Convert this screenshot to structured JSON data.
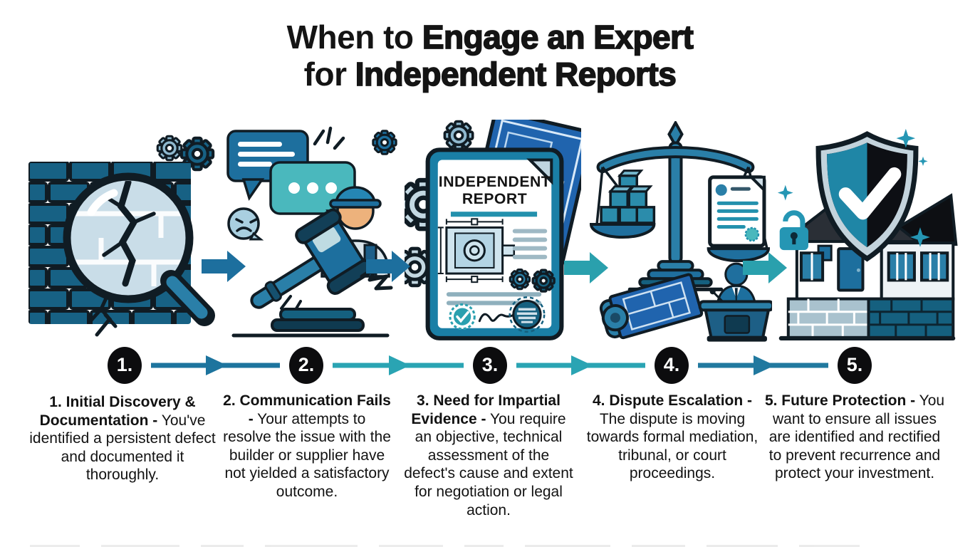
{
  "title": {
    "line1_light": "When to ",
    "line1_strong": "Engage an Expert",
    "line2_light": "for ",
    "line2_strong": "Independent Reports"
  },
  "steps": [
    {
      "marker": "1.",
      "heading": "1. Initial Discovery & Documentation -",
      "body": "You've identified a persistent defect and documented it thoroughly.",
      "illustration": "cracked-brick-wall-under-magnifying-glass-with-gears"
    },
    {
      "marker": "2.",
      "heading": "2. Communication Fails -",
      "body": "Your attempts to resolve the issue with the builder or supplier have not yielded a satisfactory outcome.",
      "illustration": "speech-bubbles-angry-face-gavel-and-builder"
    },
    {
      "marker": "3.",
      "heading": "3. Need for Impartial Evidence -",
      "body": "You require an objective, technical assessment of the defect's cause and extent for negotiation or legal action.",
      "illustration": "independent-report-document-with-blueprint-and-gears"
    },
    {
      "marker": "4.",
      "heading": "4. Dispute Escalation -",
      "body": "The dispute is moving towards formal mediation, tribunal, or court proceedings.",
      "illustration": "scales-of-justice-blueprint-roll-and-podium-speaker"
    },
    {
      "marker": "5.",
      "heading": "5. Future Protection -",
      "body": "You want to ensure all issues are identified and rectified to prevent recurrence and protect your investment.",
      "illustration": "shield-with-checkmark-protecting-house"
    }
  ],
  "report_document": {
    "line1": "INDEPENDENT",
    "line2": "REPORT"
  },
  "arrows": {
    "between_colors": [
      "#1d6f9e",
      "#1d6f9e",
      "#2aa0ad",
      "#2aa0ad"
    ]
  },
  "timeline": {
    "segment_colors": [
      "#1d749e",
      "#2aa4b3",
      "#2aa4b3",
      "#21799f"
    ]
  },
  "colors": {
    "dark_blue": "#1d6f9e",
    "teal": "#2aa0ad",
    "brick_blue": "#176184",
    "light_blue": "#c9dde8",
    "ink": "#141414",
    "marker_black": "#0c0c0e"
  }
}
